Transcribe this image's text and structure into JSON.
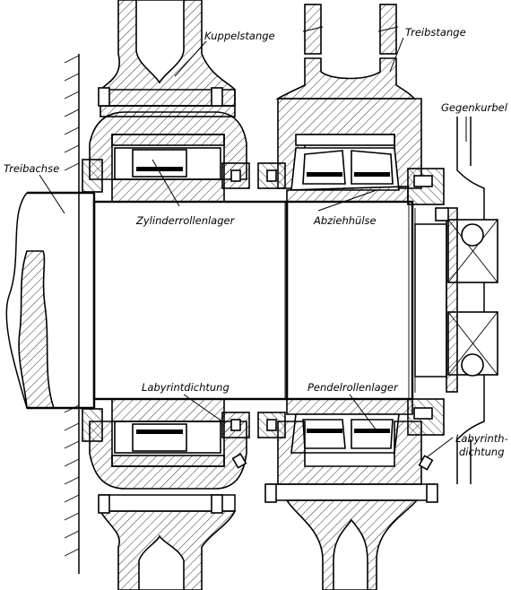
{
  "labels": {
    "kuppelstange": "Kuppelstange",
    "treibstange": "Treibstange",
    "gegenkurbel": "Gegenkurbel",
    "treibachse": "Treibachse",
    "zylinderrollenlager": "Zylinderrollenlager",
    "abziehhuelse": "Abziehhülse",
    "labyrintdichtung": "Labyrintdichtung",
    "pendelrollenlager": "Pendelrollenlager",
    "labyrinthdichtung_line1": "Labyrinth-",
    "labyrinthdichtung_line2": "dichtung"
  },
  "colors": {
    "ink": "#000000",
    "paper": "#ffffff"
  }
}
